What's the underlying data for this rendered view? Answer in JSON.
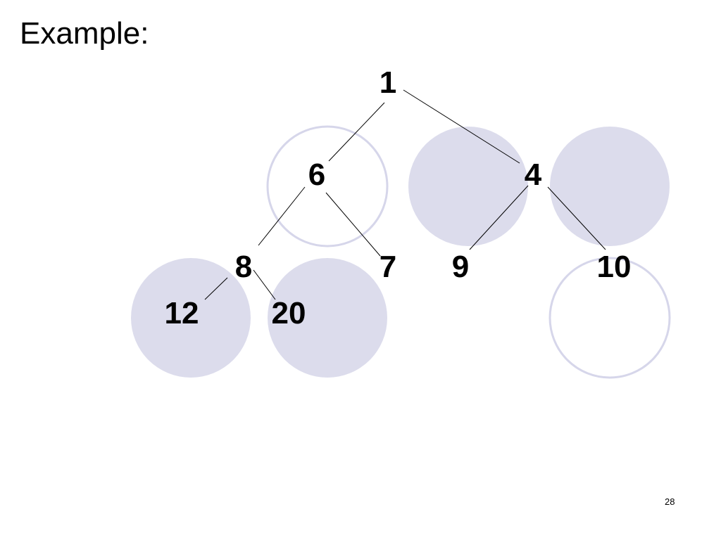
{
  "slide": {
    "title": "Example:",
    "page_number": "28"
  },
  "colors": {
    "circle_fill": "#dcdcec",
    "circle_outline": "#d6d6ea",
    "text": "#000000",
    "edge": "#000000"
  },
  "tree": {
    "nodes": [
      {
        "id": "n1",
        "label": "1"
      },
      {
        "id": "n6",
        "label": "6"
      },
      {
        "id": "n4",
        "label": "4"
      },
      {
        "id": "n8",
        "label": "8"
      },
      {
        "id": "n7",
        "label": "7"
      },
      {
        "id": "n9",
        "label": "9"
      },
      {
        "id": "n10",
        "label": "10"
      },
      {
        "id": "n12",
        "label": "12"
      },
      {
        "id": "n20",
        "label": "20"
      }
    ],
    "edges": [
      {
        "from": "1",
        "to": "6"
      },
      {
        "from": "1",
        "to": "4"
      },
      {
        "from": "6",
        "to": "8"
      },
      {
        "from": "6",
        "to": "7"
      },
      {
        "from": "4",
        "to": "9"
      },
      {
        "from": "4",
        "to": "10"
      },
      {
        "from": "8",
        "to": "12"
      },
      {
        "from": "8",
        "to": "20"
      }
    ]
  },
  "circles": [
    {
      "style": "outline"
    },
    {
      "style": "filled"
    },
    {
      "style": "filled"
    },
    {
      "style": "filled"
    },
    {
      "style": "filled"
    },
    {
      "style": "outline"
    }
  ]
}
